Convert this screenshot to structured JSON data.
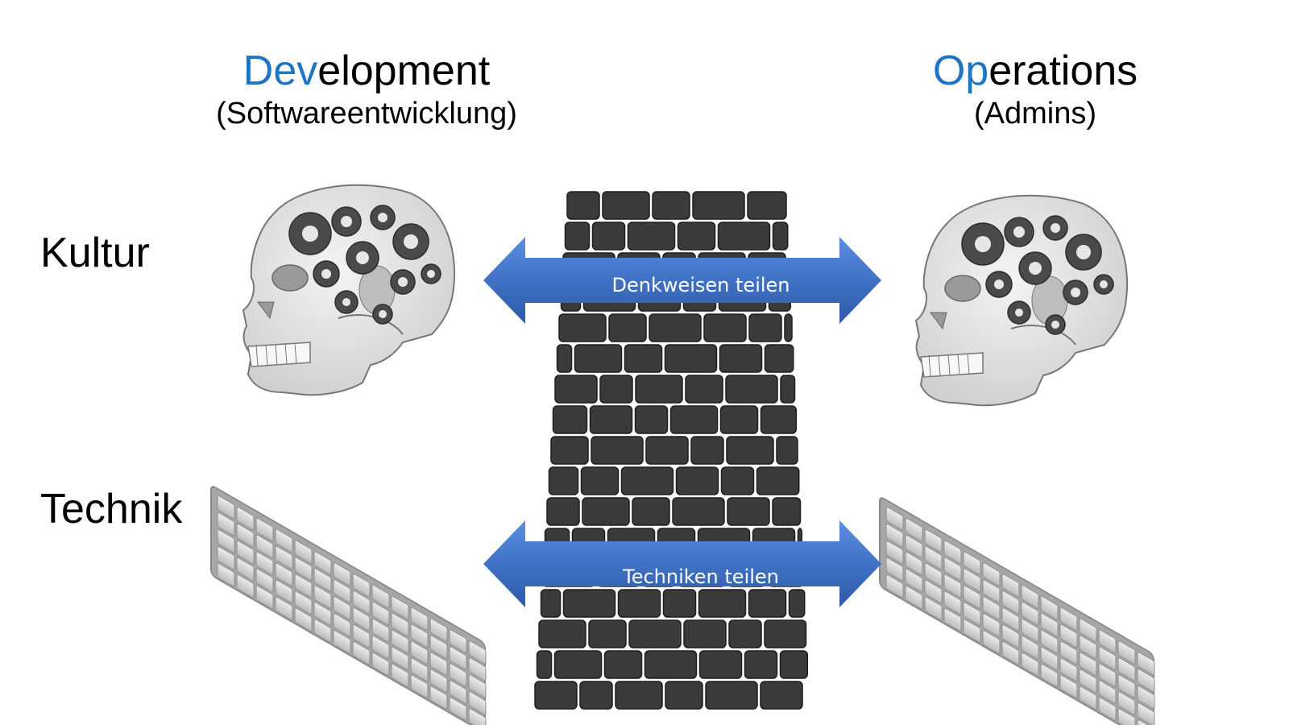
{
  "development": {
    "accent": "Dev",
    "rest": "elopment",
    "subtitle": "(Softwareentwicklung)"
  },
  "operations": {
    "accent": "Op",
    "rest": "erations",
    "subtitle": "(Admins)"
  },
  "rows": {
    "culture": "Kultur",
    "technology": "Technik"
  },
  "arrows": {
    "top": "Denkweisen teilen",
    "bottom": "Techniken teilen"
  },
  "colors": {
    "accent": "#1f74c4",
    "arrow": "#3f72c4",
    "wall": "#3a3a3a"
  },
  "icons": {
    "left_head": "skull-with-gears-icon",
    "right_head": "skull-with-gears-icon",
    "left_keyboard": "keyboard-icon",
    "right_keyboard": "keyboard-icon",
    "wall": "brick-wall"
  }
}
